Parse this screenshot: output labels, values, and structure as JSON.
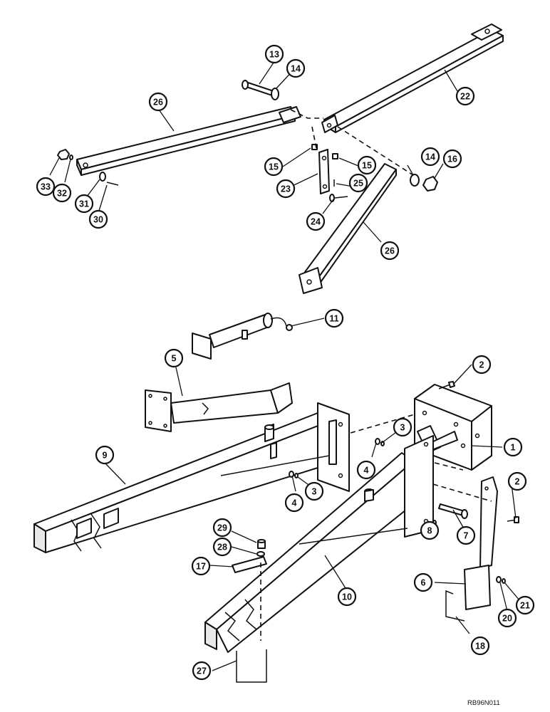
{
  "drawing_code": "RB96N011",
  "callouts": [
    {
      "id": "c1",
      "label": "1"
    },
    {
      "id": "c2a",
      "label": "2"
    },
    {
      "id": "c2b",
      "label": "2"
    },
    {
      "id": "c3a",
      "label": "3"
    },
    {
      "id": "c3b",
      "label": "3"
    },
    {
      "id": "c4a",
      "label": "4"
    },
    {
      "id": "c4b",
      "label": "4"
    },
    {
      "id": "c5",
      "label": "5"
    },
    {
      "id": "c6",
      "label": "6"
    },
    {
      "id": "c7",
      "label": "7"
    },
    {
      "id": "c8",
      "label": "8"
    },
    {
      "id": "c9",
      "label": "9"
    },
    {
      "id": "c10",
      "label": "10"
    },
    {
      "id": "c11",
      "label": "11"
    },
    {
      "id": "c13",
      "label": "13"
    },
    {
      "id": "c14a",
      "label": "14"
    },
    {
      "id": "c14b",
      "label": "14"
    },
    {
      "id": "c15a",
      "label": "15"
    },
    {
      "id": "c15b",
      "label": "15"
    },
    {
      "id": "c16",
      "label": "16"
    },
    {
      "id": "c17",
      "label": "17"
    },
    {
      "id": "c18",
      "label": "18"
    },
    {
      "id": "c20",
      "label": "20"
    },
    {
      "id": "c21",
      "label": "21"
    },
    {
      "id": "c22",
      "label": "22"
    },
    {
      "id": "c23",
      "label": "23"
    },
    {
      "id": "c24",
      "label": "24"
    },
    {
      "id": "c25",
      "label": "25"
    },
    {
      "id": "c26a",
      "label": "26"
    },
    {
      "id": "c26b",
      "label": "26"
    },
    {
      "id": "c27",
      "label": "27"
    },
    {
      "id": "c28",
      "label": "28"
    },
    {
      "id": "c29",
      "label": "29"
    },
    {
      "id": "c30",
      "label": "30"
    },
    {
      "id": "c31",
      "label": "31"
    },
    {
      "id": "c32",
      "label": "32"
    },
    {
      "id": "c33",
      "label": "33"
    }
  ]
}
